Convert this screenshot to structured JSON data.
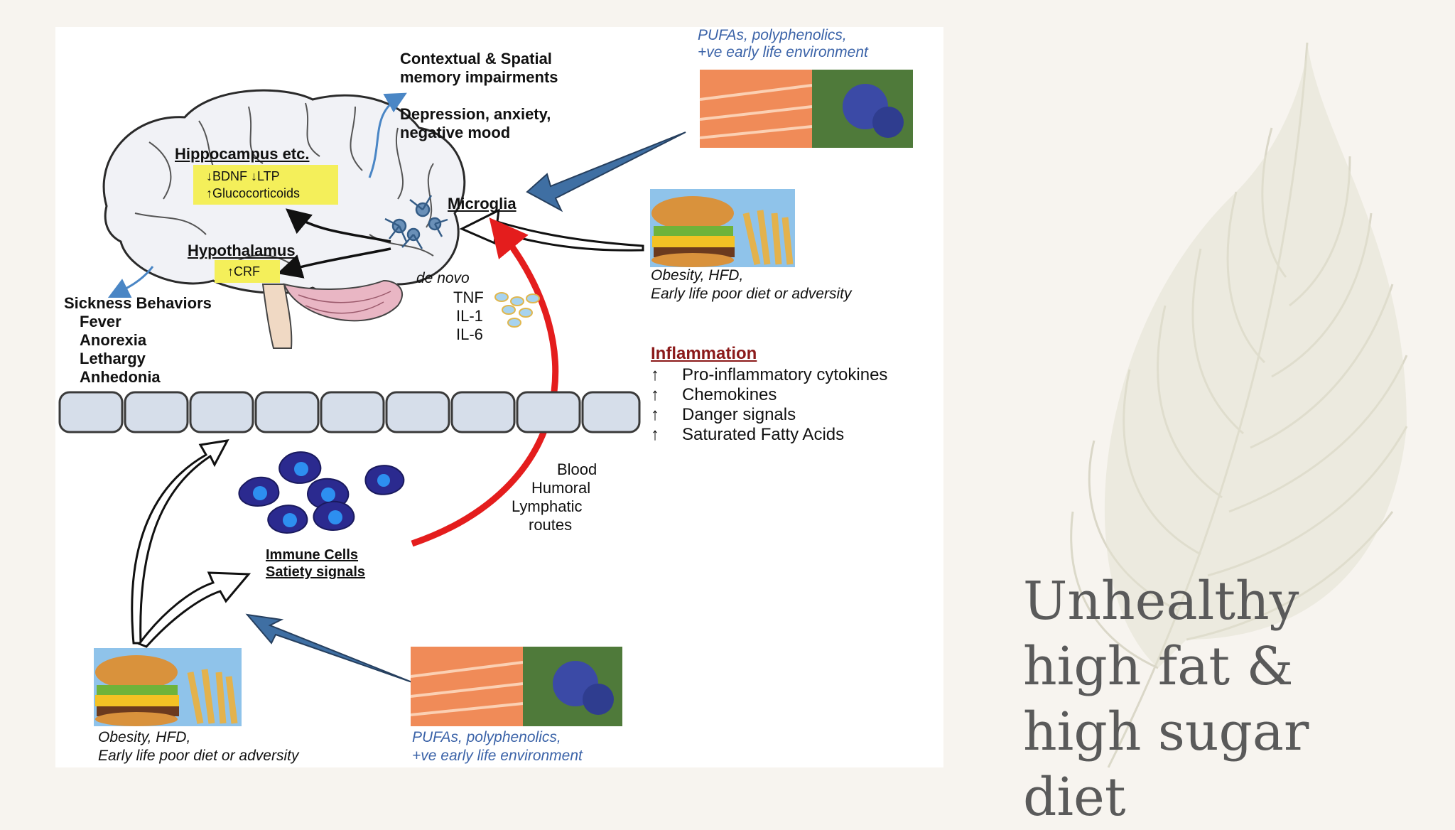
{
  "slide_title": "Unhealthy high fat & high sugar diet",
  "diagram": {
    "top_food_caption": [
      "PUFAs, polyphenolics,",
      "+ve early life environment"
    ],
    "memory_effects": [
      "Contextual & Spatial",
      "memory impairments"
    ],
    "mood_effects": [
      "Depression, anxiety,",
      "negative mood"
    ],
    "hippocampus": {
      "title": "Hippocampus etc.",
      "line1": "↓BDNF ↓LTP",
      "line2": "↑Glucocorticoids"
    },
    "hypothalamus": {
      "title": "Hypothalamus",
      "crf": "↑CRF"
    },
    "microglia_label": "Microglia",
    "right_food_caption": [
      "Obesity, HFD,",
      "Early life poor diet or adversity"
    ],
    "cytokines": {
      "header": "de novo",
      "items": [
        "TNF",
        "IL-1",
        "IL-6"
      ]
    },
    "sickness": {
      "title": "Sickness Behaviors",
      "items": [
        "Fever",
        "Anorexia",
        "Lethargy",
        "Anhedonia"
      ]
    },
    "inflammation": {
      "title": "Inflammation",
      "arrow": "↑",
      "items": [
        "Pro-inflammatory cytokines",
        "Chemokines",
        "Danger signals",
        "Saturated Fatty Acids"
      ]
    },
    "routes": [
      "Blood",
      "Humoral",
      "Lymphatic",
      "routes"
    ],
    "immune_labels": [
      "Immune Cells",
      "Satiety signals"
    ],
    "bottom_left_caption": [
      "Obesity, HFD,",
      "Early life poor diet or adversity"
    ],
    "bottom_right_caption": [
      "PUFAs, polyphenolics,",
      "+ve early life environment"
    ],
    "colors": {
      "blue_arrow": "#3f6fa3",
      "red_arrow": "#e41d1d",
      "highlight": "#f4ef5a",
      "inflammation_title": "#8b1a1a"
    }
  }
}
